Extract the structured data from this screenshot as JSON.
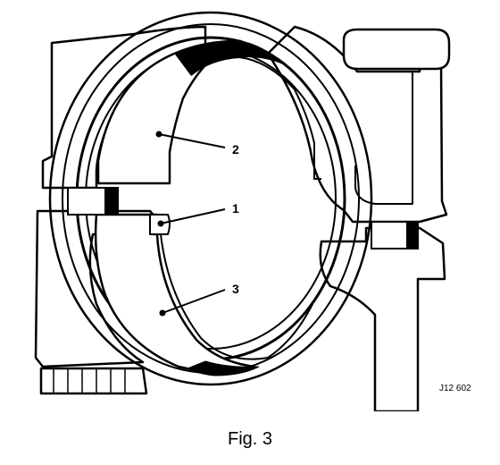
{
  "figure": {
    "caption": "Fig. 3",
    "reference_code": "J12 602",
    "callouts": [
      {
        "label": "1"
      },
      {
        "label": "2"
      },
      {
        "label": "3"
      }
    ],
    "colors": {
      "ink": "#000000",
      "paper": "#ffffff"
    }
  }
}
